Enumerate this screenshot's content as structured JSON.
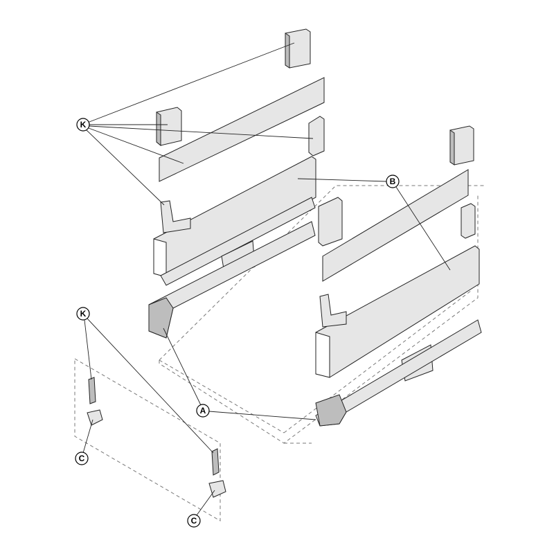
{
  "diagram": {
    "callouts": [
      {
        "id": "k-top",
        "letter": "K"
      },
      {
        "id": "b",
        "letter": "B"
      },
      {
        "id": "a",
        "letter": "A"
      },
      {
        "id": "k-bottom",
        "letter": "K"
      },
      {
        "id": "c-left",
        "letter": "C"
      },
      {
        "id": "c-right",
        "letter": "C"
      }
    ]
  }
}
